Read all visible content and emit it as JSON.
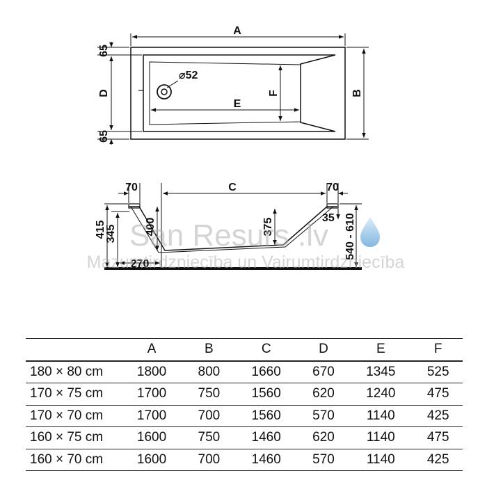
{
  "watermark": {
    "brand": "San Resurs .lv",
    "tagline": "Mazumtirdzniecība un Vairumtirdzniecība"
  },
  "top_view": {
    "dim_A": "A",
    "dim_B": "B",
    "dim_D": "D",
    "dim_E": "E",
    "dim_F": "F",
    "rim_top": "65",
    "rim_bottom": "65",
    "drain": "⌀52"
  },
  "side_view": {
    "dim_C": "C",
    "left_rim": "70",
    "right_rim": "70",
    "h415": "415",
    "h345": "345",
    "h400": "400",
    "h375": "375",
    "h35": "35",
    "h540_610": "540 - 610",
    "w270": "270"
  },
  "table": {
    "headers": [
      "",
      "A",
      "B",
      "C",
      "D",
      "E",
      "F"
    ],
    "rows": [
      [
        "180 × 80 cm",
        "1800",
        "800",
        "1660",
        "670",
        "1345",
        "525"
      ],
      [
        "170 × 75 cm",
        "1700",
        "750",
        "1560",
        "620",
        "1240",
        "475"
      ],
      [
        "170 × 70 cm",
        "1700",
        "700",
        "1560",
        "570",
        "1140",
        "425"
      ],
      [
        "160 × 75 cm",
        "1600",
        "750",
        "1460",
        "620",
        "1140",
        "475"
      ],
      [
        "160 × 70 cm",
        "1600",
        "700",
        "1460",
        "570",
        "1140",
        "425"
      ]
    ]
  }
}
